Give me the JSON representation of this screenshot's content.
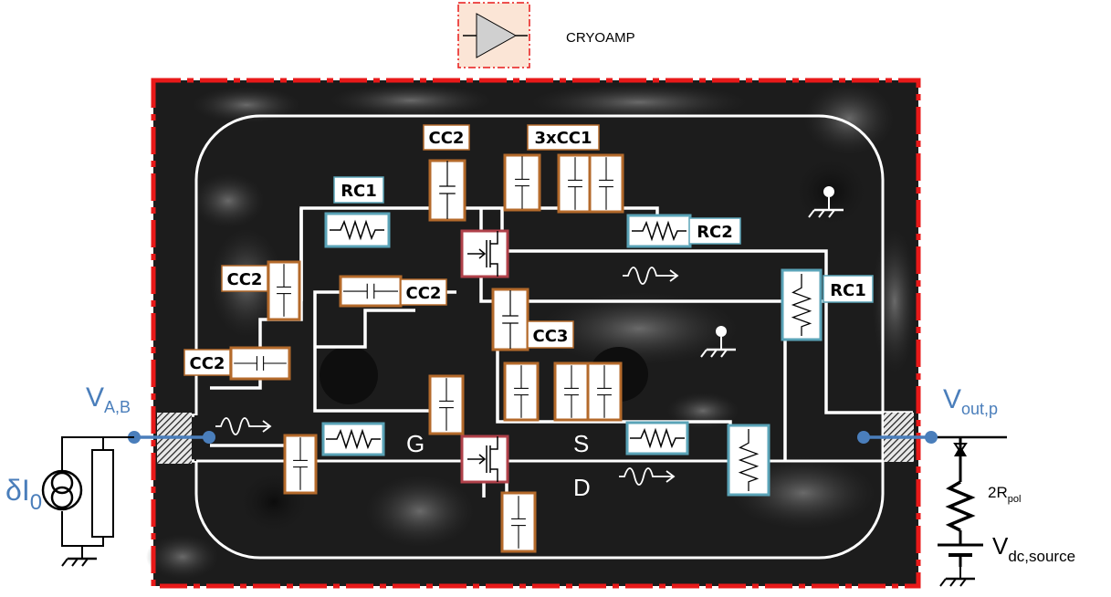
{
  "title": "CRYOAMP",
  "labels": {
    "input_node": "V",
    "input_node_sub": "A,B",
    "output_node": "V",
    "output_node_sub": "out,p",
    "current_source": "δI",
    "current_source_sub": "0",
    "bias_resistor": "2R",
    "bias_resistor_sub": "pol",
    "dc_source": "V",
    "dc_source_sub": "dc,source",
    "gate": "G",
    "source": "S",
    "drain": "D"
  },
  "components": {
    "cc2_top": "CC2",
    "cc1_group": "3xCC1",
    "rc1_left": "RC1",
    "rc2": "RC2",
    "cc2_left": "CC2",
    "cc2_mid": "CC2",
    "rc1_right": "RC1",
    "cc3": "CC3",
    "cc2_lower": "CC2"
  },
  "colors": {
    "accent_blue": "#4a7ebb",
    "capacitor_border": "#b46a2b",
    "resistor_border": "#5aa3b7",
    "transistor_border": "#b0414a",
    "frame_red": "#e81919",
    "title_box_fill": "#fbe5d6"
  }
}
